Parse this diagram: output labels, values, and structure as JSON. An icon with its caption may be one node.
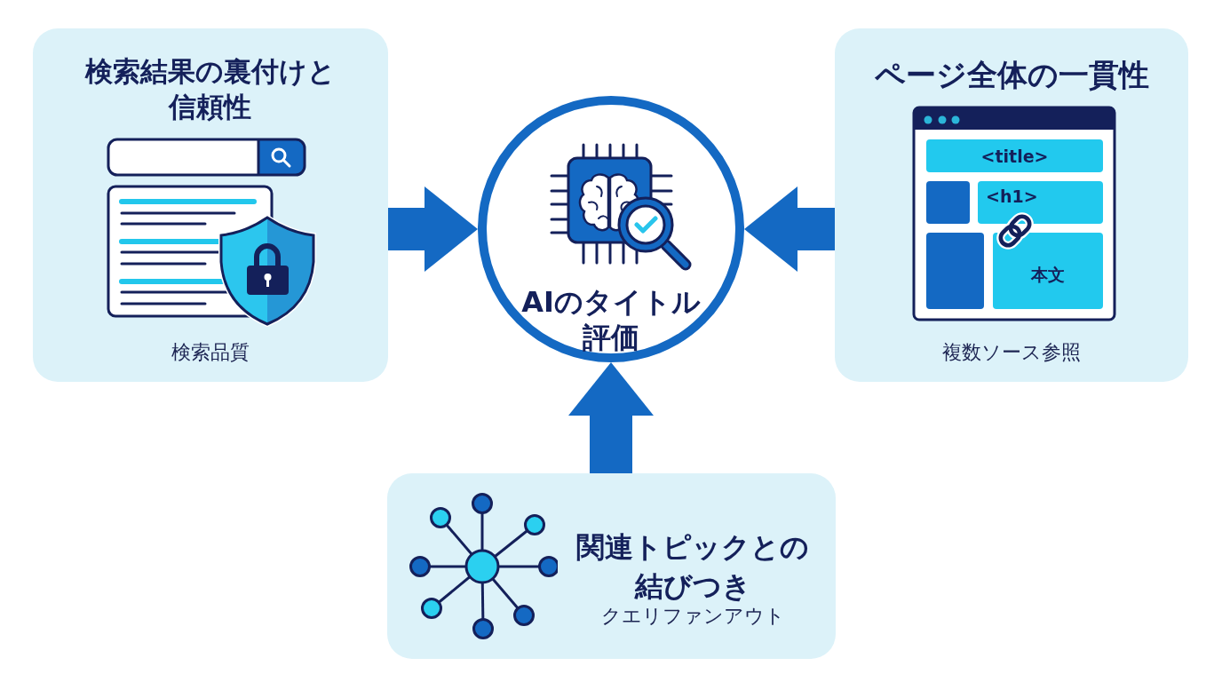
{
  "diagram": {
    "nodes": [
      {
        "text": [
          "検索結果の裏付けと信頼性",
          "検索品質"
        ]
      },
      {
        "text": [
          "AIのタイトル評価"
        ]
      },
      {
        "text": [
          "ページ全体の一貫性",
          "複数ソース参照"
        ]
      },
      {
        "text": [
          "<title>"
        ],
        "in": 2
      },
      {
        "text": [
          "<h1>"
        ],
        "in": 2
      },
      {
        "text": [
          "本文"
        ],
        "in": 2
      },
      {
        "text": [
          "関連トピックとの結びつき",
          "クエリファンアウト"
        ]
      }
    ],
    "edges": [
      {
        "from": 0,
        "to": 1,
        "arrow": "to"
      },
      {
        "from": 2,
        "to": 1,
        "arrow": "to"
      },
      {
        "from": 6,
        "to": 1,
        "arrow": "to"
      }
    ]
  }
}
